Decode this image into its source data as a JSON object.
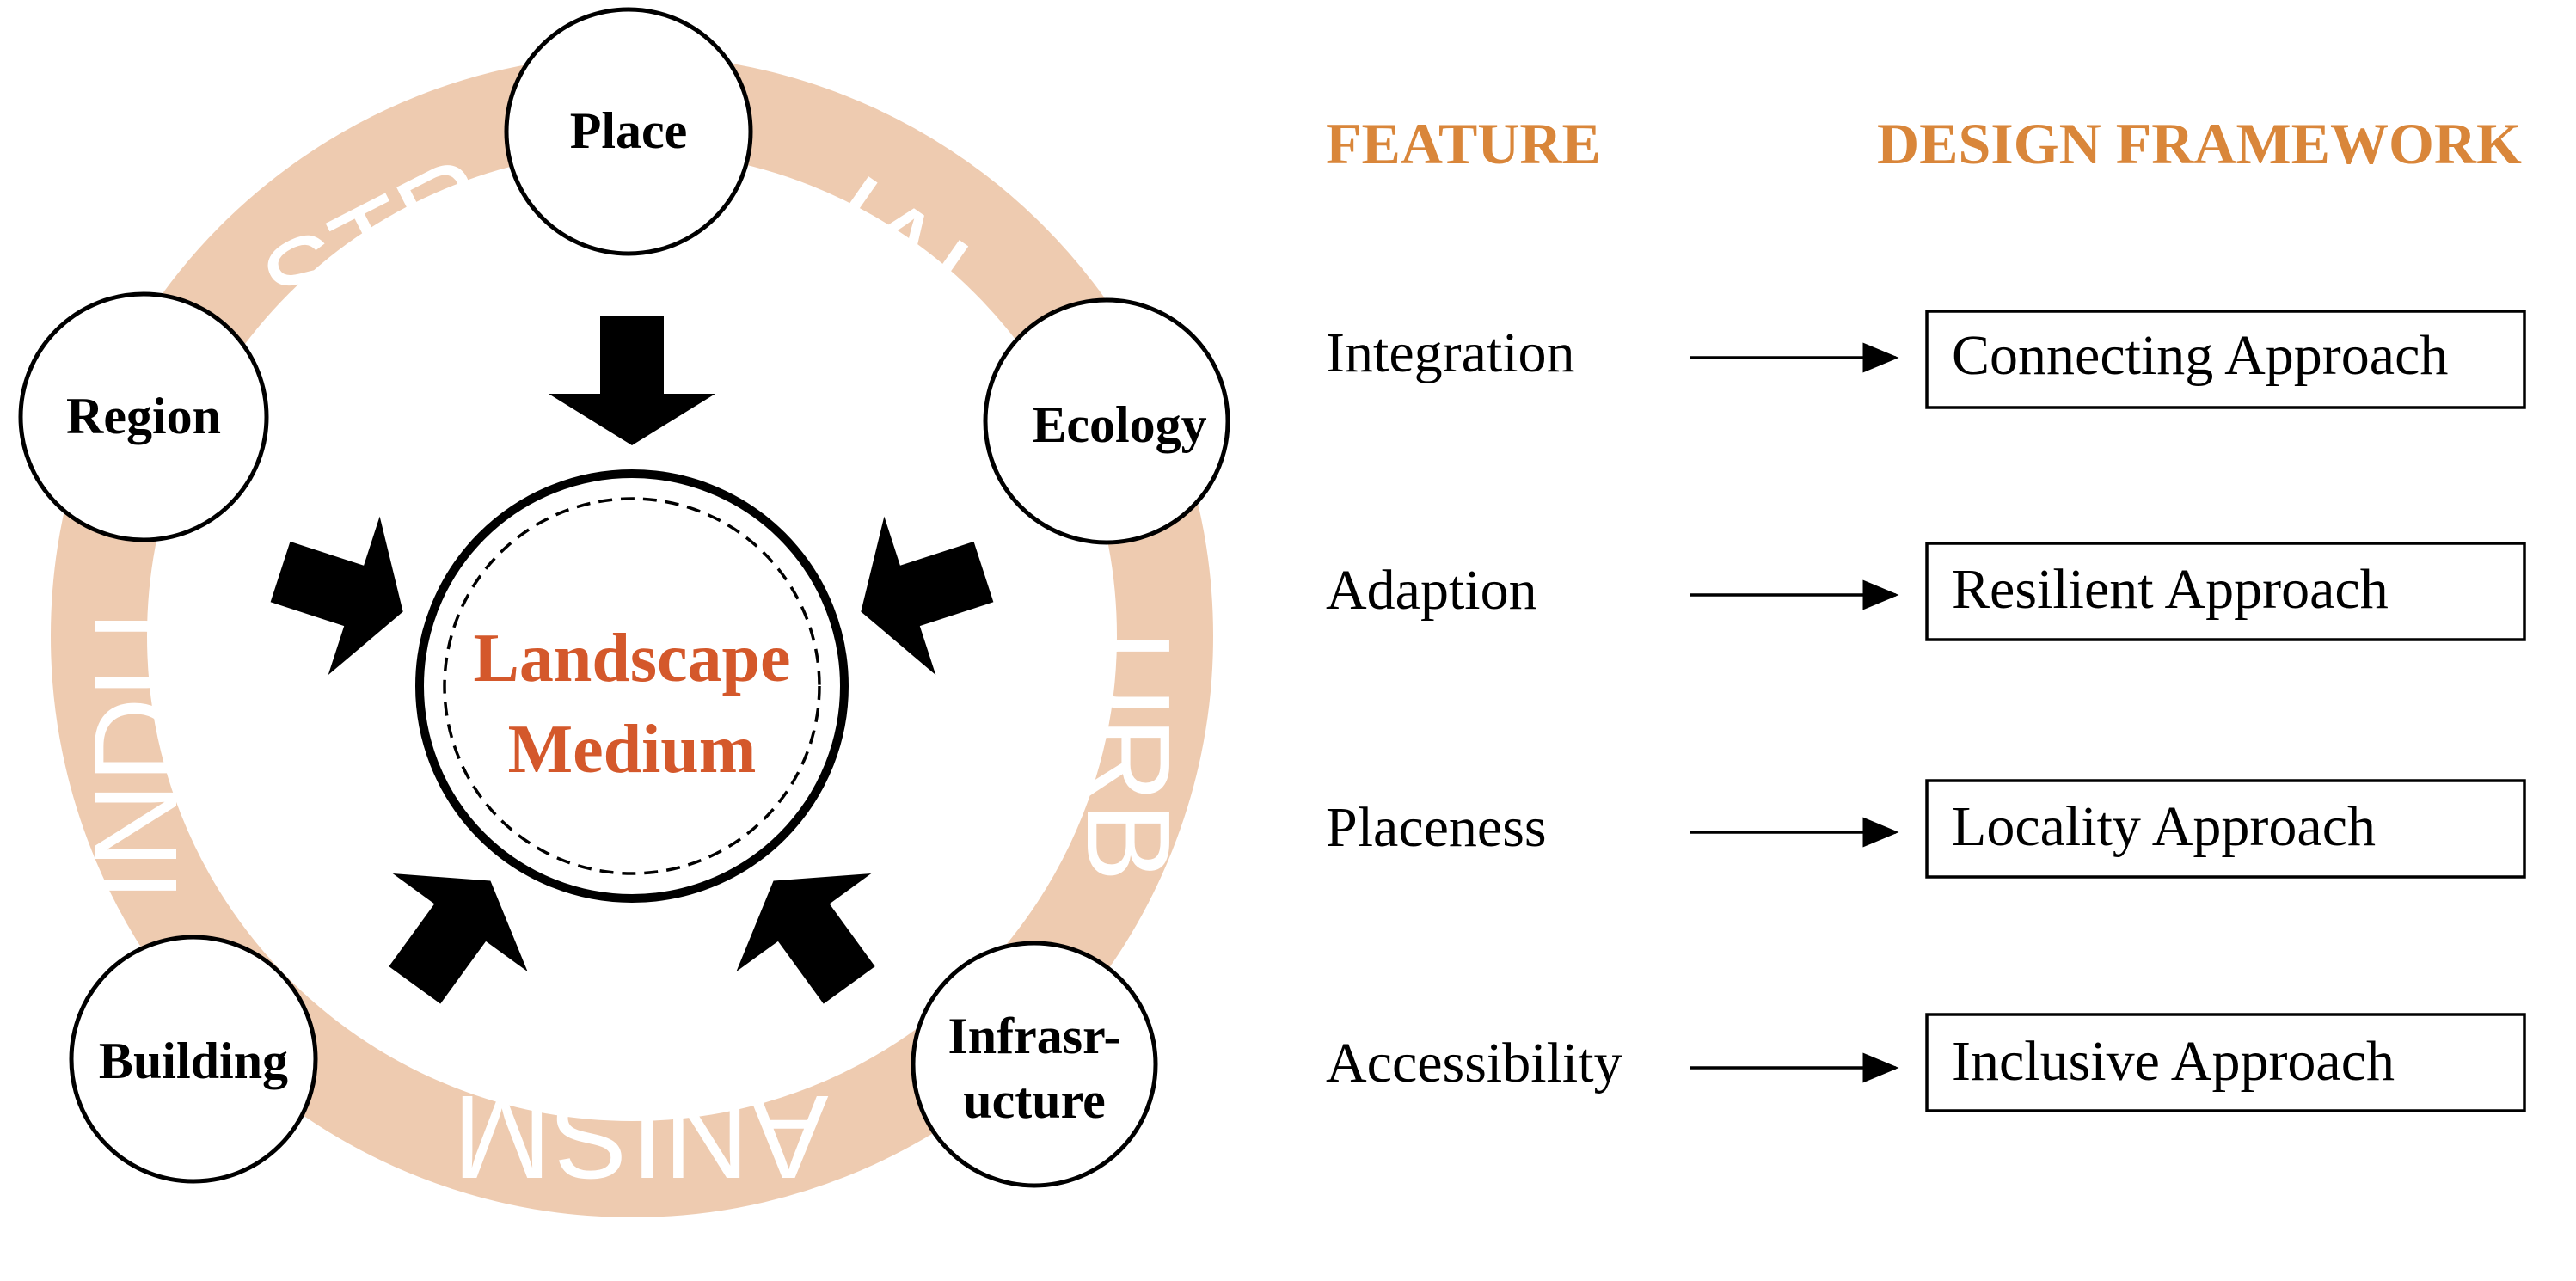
{
  "colors": {
    "ring": "#eecbb0",
    "accent_orange": "#d9863a",
    "center_text": "#d4582b",
    "ink": "#000000"
  },
  "ring_words": {
    "top_left": "STR",
    "top_right": "IAL",
    "right": "URB",
    "bottom": "ANISM",
    "left": "INDU"
  },
  "nodes": {
    "place": "Place",
    "ecology": "Ecology",
    "region": "Region",
    "building": "Building",
    "infrastructure_line1": "Infrasr-",
    "infrastructure_line2": "ucture"
  },
  "center": {
    "line1": "Landscape",
    "line2": "Medium"
  },
  "headers": {
    "feature": "FEATURE",
    "framework": "DESIGN FRAMEWORK"
  },
  "rows": [
    {
      "feature": "Integration",
      "framework": "Connecting Approach"
    },
    {
      "feature": "Adaption",
      "framework": "Resilient Approach"
    },
    {
      "feature": "Placeness",
      "framework": "Locality Approach"
    },
    {
      "feature": "Accessibility",
      "framework": "Inclusive Approach"
    }
  ]
}
